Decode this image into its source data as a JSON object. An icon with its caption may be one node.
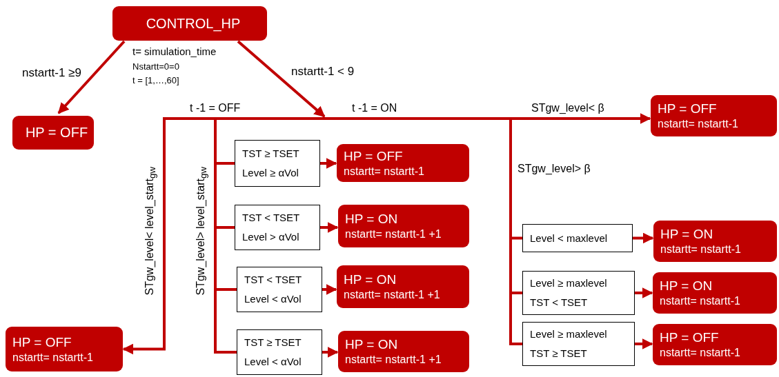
{
  "diagram": {
    "nodes": [
      {
        "text": [
          "CONTROL_HP"
        ]
      },
      {
        "text": [
          "HP = OFF"
        ]
      },
      {
        "text": [
          "HP = OFF",
          "nstartt= nstartt-1"
        ]
      },
      {
        "text": [
          "TST ≥ TSET",
          "Level ≥ αVol"
        ]
      },
      {
        "text": [
          "HP = OFF",
          "nstartt= nstartt-1"
        ]
      },
      {
        "text": [
          "TST < TSET",
          "Level > αVol"
        ]
      },
      {
        "text": [
          "HP = ON",
          "nstartt= nstartt-1 +1"
        ]
      },
      {
        "text": [
          "TST < TSET",
          "Level < αVol"
        ]
      },
      {
        "text": [
          "HP = ON",
          "nstartt= nstartt-1 +1"
        ]
      },
      {
        "text": [
          "TST ≥ TSET",
          "Level < αVol"
        ]
      },
      {
        "text": [
          "HP = ON",
          "nstartt= nstartt-1 +1"
        ]
      },
      {
        "text": [
          "HP = OFF",
          "nstartt= nstartt-1"
        ]
      },
      {
        "text": [
          "Level < maxlevel"
        ]
      },
      {
        "text": [
          "HP = ON",
          "nstartt= nstartt-1"
        ]
      },
      {
        "text": [
          "Level ≥ maxlevel",
          "TST < TSET"
        ]
      },
      {
        "text": [
          "HP = ON",
          "nstartt= nstartt-1"
        ]
      },
      {
        "text": [
          "Level ≥ maxlevel",
          "TST ≥ TSET"
        ]
      },
      {
        "text": [
          "HP = OFF",
          "nstartt= nstartt-1"
        ]
      },
      {
        "text": [],
        "shape": "bar"
      }
    ],
    "edges": [
      {
        "from": 0,
        "to": 1,
        "arrow": "to",
        "label": "nstartt-1 ≥9"
      },
      {
        "from": 0,
        "to": 18,
        "arrow": "to",
        "label": "nstartt-1 < 9"
      },
      {
        "from": 18,
        "to": 2,
        "arrow": "to"
      },
      {
        "from": 18,
        "to": 3,
        "arrow": "none"
      },
      {
        "from": 18,
        "to": 5,
        "arrow": "none"
      },
      {
        "from": 18,
        "to": 7,
        "arrow": "none"
      },
      {
        "from": 18,
        "to": 9,
        "arrow": "none"
      },
      {
        "from": 3,
        "to": 4,
        "arrow": "to"
      },
      {
        "from": 5,
        "to": 6,
        "arrow": "to"
      },
      {
        "from": 7,
        "to": 8,
        "arrow": "to"
      },
      {
        "from": 9,
        "to": 10,
        "arrow": "to"
      },
      {
        "from": 18,
        "to": 11,
        "arrow": "to",
        "label": "STgw_level< β"
      },
      {
        "from": 18,
        "to": 12,
        "arrow": "none"
      },
      {
        "from": 18,
        "to": 14,
        "arrow": "none"
      },
      {
        "from": 18,
        "to": 16,
        "arrow": "none"
      },
      {
        "from": 12,
        "to": 13,
        "arrow": "to"
      },
      {
        "from": 14,
        "to": 15,
        "arrow": "to"
      },
      {
        "from": 16,
        "to": 17,
        "arrow": "to"
      }
    ],
    "labels": [
      "t= simulation_time",
      "Nstartt=0=0",
      "t = [1,…,60]",
      "t -1 = OFF",
      "t -1 = ON",
      "STgw_level< level_start$_{gw}$",
      "STgw_level> level_start$_{gw}$",
      "STgw_level> β"
    ]
  }
}
